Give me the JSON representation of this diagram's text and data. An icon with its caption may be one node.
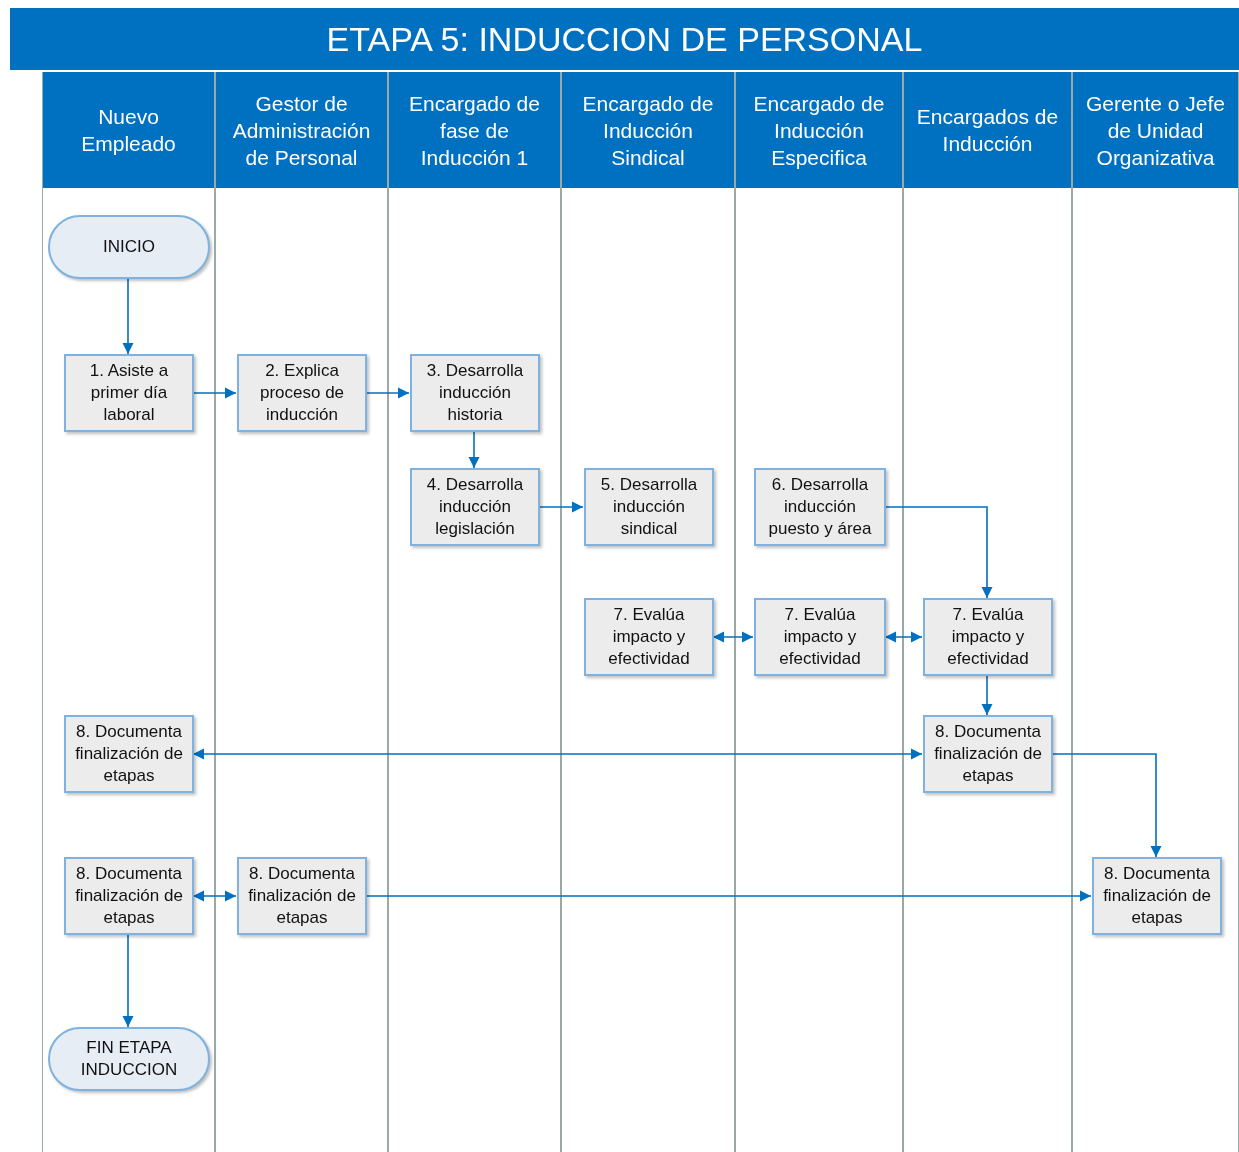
{
  "diagram": {
    "title": "ETAPA 5: INDUCCION DE PERSONAL",
    "nodes": [
      {
        "text": [
          "Nuevo Empleado"
        ]
      },
      {
        "text": [
          "INICIO"
        ],
        "in": 0
      },
      {
        "text": [
          "1. Asiste a primer día laboral"
        ],
        "in": 0
      },
      {
        "text": [
          "8. Documenta finalización de etapas"
        ],
        "in": 0
      },
      {
        "text": [
          "8. Documenta finalización de etapas"
        ],
        "in": 0
      },
      {
        "text": [
          "FIN ETAPA INDUCCION"
        ],
        "in": 0
      },
      {
        "text": [
          "Gestor de Administración de Personal"
        ]
      },
      {
        "text": [
          "2. Explica proceso de inducción"
        ],
        "in": 6
      },
      {
        "text": [
          "8. Documenta finalización de etapas"
        ],
        "in": 6
      },
      {
        "text": [
          "Encargado de fase de Inducción 1"
        ]
      },
      {
        "text": [
          "3. Desarrolla inducción historia"
        ],
        "in": 9
      },
      {
        "text": [
          "4. Desarrolla inducción legislación"
        ],
        "in": 9
      },
      {
        "text": [
          "Encargado de Inducción Sindical"
        ]
      },
      {
        "text": [
          "5. Desarrolla inducción sindical"
        ],
        "in": 12
      },
      {
        "text": [
          "7. Evalúa impacto y efectividad"
        ],
        "in": 12
      },
      {
        "text": [
          "Encargado de Inducción Especifica"
        ]
      },
      {
        "text": [
          "6. Desarrolla inducción puesto y área"
        ],
        "in": 15
      },
      {
        "text": [
          "7. Evalúa impacto y efectividad"
        ],
        "in": 15
      },
      {
        "text": [
          "Encargados de Inducción"
        ]
      },
      {
        "text": [
          "7. Evalúa impacto y efectividad"
        ],
        "in": 18
      },
      {
        "text": [
          "8. Documenta finalización de etapas"
        ],
        "in": 18
      },
      {
        "text": [
          "Gerente o Jefe de Unidad Organizativa"
        ]
      },
      {
        "text": [
          "8. Documenta finalización de etapas"
        ],
        "in": 21
      }
    ],
    "edges": [
      {
        "from": 1,
        "to": 2,
        "arrow": "to"
      },
      {
        "from": 2,
        "to": 7,
        "arrow": "to"
      },
      {
        "from": 7,
        "to": 10,
        "arrow": "to"
      },
      {
        "from": 10,
        "to": 11,
        "arrow": "to"
      },
      {
        "from": 11,
        "to": 13,
        "arrow": "to"
      },
      {
        "from": 16,
        "to": 19,
        "arrow": "to"
      },
      {
        "from": 14,
        "to": 17,
        "arrow": "both"
      },
      {
        "from": 17,
        "to": 19,
        "arrow": "both"
      },
      {
        "from": 19,
        "to": 20,
        "arrow": "to"
      },
      {
        "from": 20,
        "to": 3,
        "arrow": "both"
      },
      {
        "from": 20,
        "to": 22,
        "arrow": "to"
      },
      {
        "from": 4,
        "to": 8,
        "arrow": "both"
      },
      {
        "from": 8,
        "to": 22,
        "arrow": "to"
      },
      {
        "from": 4,
        "to": 5,
        "arrow": "to"
      }
    ]
  }
}
